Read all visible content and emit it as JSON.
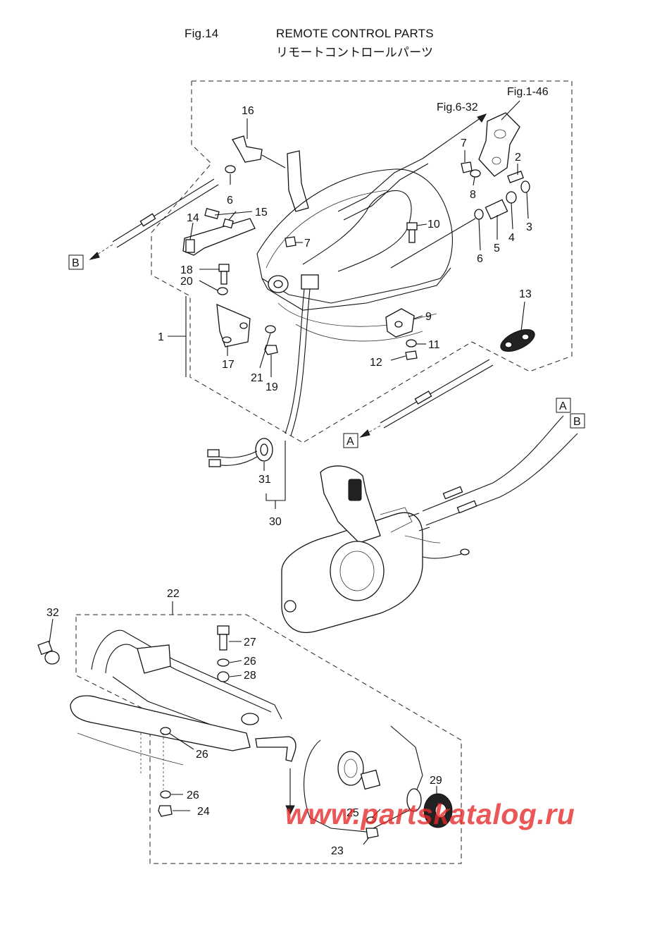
{
  "header": {
    "fig_label": "Fig.14",
    "title_en": "REMOTE CONTROL PARTS",
    "title_jp": "リモートコントロールパーツ"
  },
  "refs": {
    "fig_1_46": "Fig.1-46",
    "fig_6_32": "Fig.6-32",
    "box_a1": "A",
    "box_a2": "A",
    "box_b1": "B",
    "box_b2": "B"
  },
  "callouts": {
    "p1": "1",
    "p2": "2",
    "p3": "3",
    "p4": "4",
    "p5": "5",
    "p6a": "6",
    "p6b": "6",
    "p7a": "7",
    "p7b": "7",
    "p8": "8",
    "p9": "9",
    "p10": "10",
    "p11": "11",
    "p12": "12",
    "p13": "13",
    "p14": "14",
    "p15": "15",
    "p16": "16",
    "p17": "17",
    "p18": "18",
    "p19": "19",
    "p20": "20",
    "p21": "21",
    "p22": "22",
    "p23": "23",
    "p24": "24",
    "p25": "25",
    "p26a": "26",
    "p26b": "26",
    "p26c": "26",
    "p27": "27",
    "p28": "28",
    "p29": "29",
    "p30": "30",
    "p31": "31",
    "p32": "32"
  },
  "watermark": "www.partskatalog.ru"
}
